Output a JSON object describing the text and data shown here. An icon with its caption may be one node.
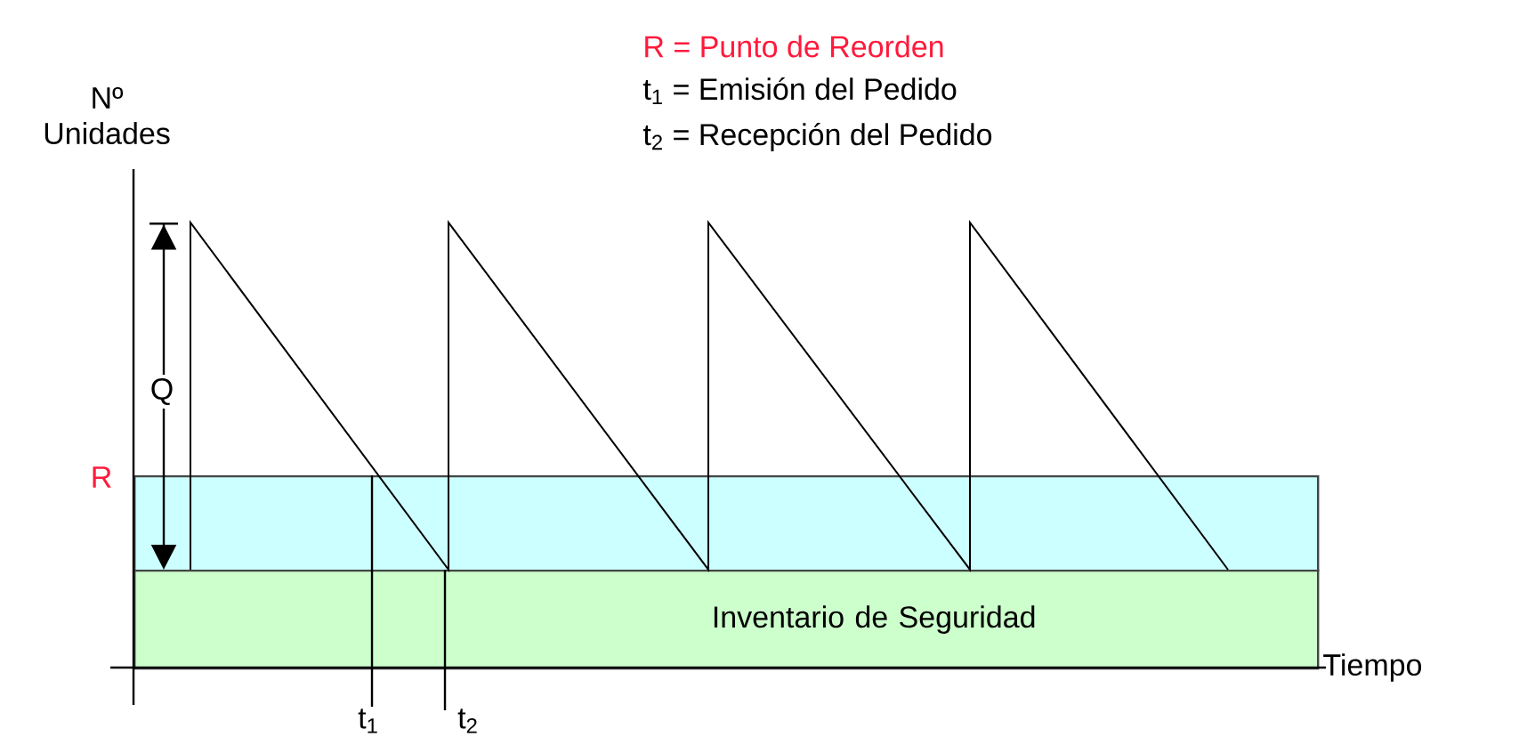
{
  "diagram": {
    "nodes": [
      {
        "text": [],
        "shape": "box"
      },
      {
        "text": [
          "Inventario de Seguridad"
        ]
      }
    ],
    "labels": [
      "R = Punto de Reorden",
      "t$_{1}$ = Emisión del Pedido",
      "t$_{2}$ = Recepción del Pedido",
      "Nº Unidades",
      "Q",
      "R",
      "Tiempo",
      "t$_{1}$",
      "t$_{2}$"
    ]
  }
}
